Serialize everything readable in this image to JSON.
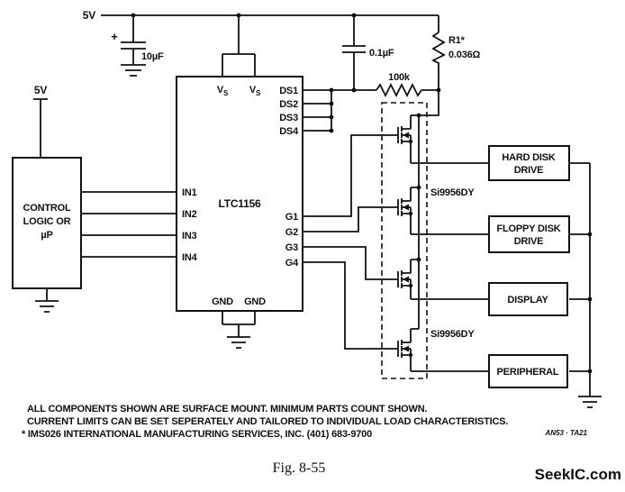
{
  "supply": {
    "rail_label": "5V",
    "control_label": "5V"
  },
  "capacitors": {
    "c_bulk": {
      "polarity": "+",
      "value": "10µF"
    },
    "c_bypass": {
      "value": "0.1µF"
    }
  },
  "resistors": {
    "sense": {
      "name": "R1*",
      "value": "0.036Ω"
    },
    "gate": {
      "value": "100k"
    }
  },
  "ic": {
    "name": "LTC1156",
    "vs": {
      "main": "V",
      "sub": "S"
    },
    "ds": [
      "DS1",
      "DS2",
      "DS3",
      "DS4"
    ],
    "inputs": [
      "IN1",
      "IN2",
      "IN3",
      "IN4"
    ],
    "gates": [
      "G1",
      "G2",
      "G3",
      "G4"
    ],
    "gnd": [
      "GND",
      "GND"
    ]
  },
  "control": {
    "lines": [
      "CONTROL",
      "LOGIC OR",
      "µP"
    ]
  },
  "mosfet_labels": [
    "Si9956DY",
    "Si9956DY"
  ],
  "loads": [
    {
      "lines": [
        "HARD DISK",
        "DRIVE"
      ]
    },
    {
      "lines": [
        "FLOPPY DISK",
        "DRIVE"
      ]
    },
    {
      "lines": [
        "DISPLAY"
      ]
    },
    {
      "lines": [
        "PERIPHERAL"
      ]
    }
  ],
  "notes": [
    "ALL COMPONENTS SHOWN ARE SURFACE MOUNT. MINIMUM PARTS COUNT SHOWN.",
    "CURRENT LIMITS CAN BE SET SEPERATELY AND TAILORED TO INDIVIDUAL LOAD CHARACTERISTICS.",
    "* IMS026 INTERNATIONAL MANUFACTURING SERVICES, INC. (401) 683-9700"
  ],
  "footer": {
    "doc_ref": "AN53 · TA21",
    "caption": "Fig. 8-55",
    "watermark": "SeekIC.com"
  },
  "colors": {
    "ink": "#111111",
    "watermark": "#b5b5b5",
    "background": "#ffffff"
  }
}
